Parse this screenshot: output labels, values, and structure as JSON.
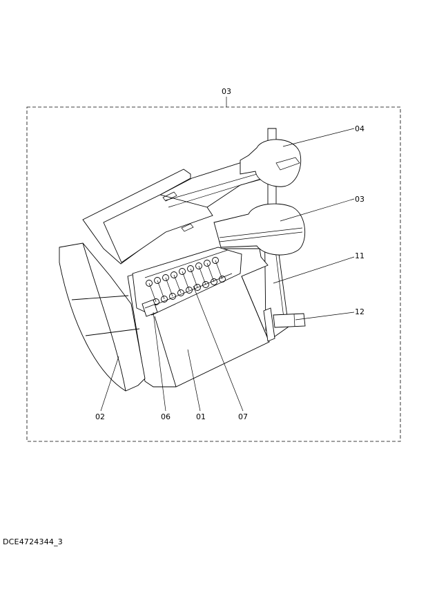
{
  "callouts": {
    "assembly": "03",
    "c04": "04",
    "c03": "03",
    "c11": "11",
    "c12": "12",
    "c02": "02",
    "c06": "06",
    "c01": "01",
    "c07": "07"
  },
  "footer": {
    "doc_code": "DCE4724344_3"
  }
}
